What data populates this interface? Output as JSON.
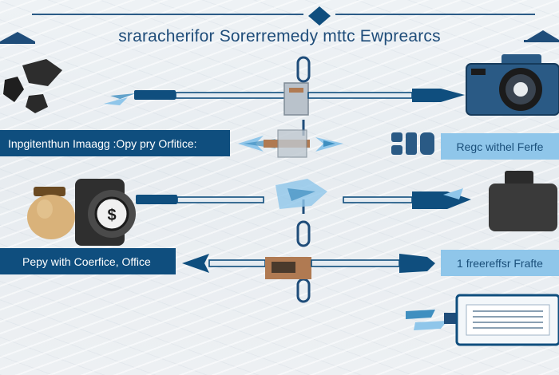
{
  "header": {
    "title": "sraracherifor Sorerremedy mttc Ewprearcs"
  },
  "labels": {
    "left_top": "Inpgitenthun Imaagg :Opy pry Orfitice:",
    "left_bottom": "Pepy with Coerfice, Office",
    "right_top": "Regc withel Ferfe",
    "right_bottom": "1 freereffsr Frafte"
  },
  "icons": {
    "stones": "stones-icon",
    "camera": "camera-icon",
    "money": "money-bag-icon",
    "safe": "coin-safe-icon",
    "case": "camera-case-icon",
    "card": "card-reader-icon"
  },
  "colors": {
    "navy": "#0f4e7e",
    "light_blue": "#8fc6ea",
    "copper": "#b07a52"
  }
}
